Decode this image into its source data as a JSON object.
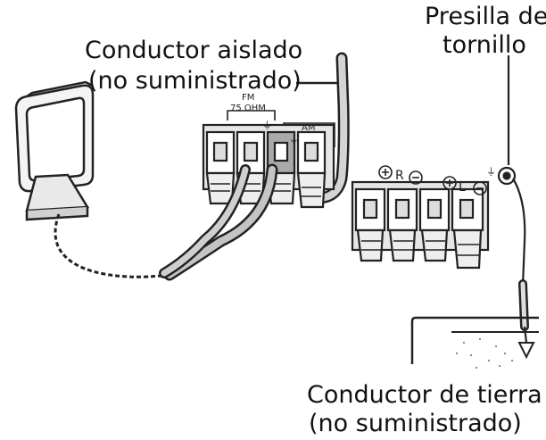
{
  "labels": {
    "insulated_wire": [
      "Conductor aislado",
      "(no suministrado)"
    ],
    "screw_clip": [
      "Presilla de",
      "tornillo"
    ],
    "ground_wire": [
      "Conductor de tierra",
      "(no suministrado)"
    ]
  },
  "terminal_marks": {
    "fm": "FM",
    "fm_impedance": "75 OHM",
    "am": "AM",
    "speaker_right": "R",
    "speaker_left": "L"
  },
  "colors": {
    "line": "#222222",
    "cable_fill": "#bdbdbd",
    "terminal_fill": "#e6e6e6",
    "highlight_fill": "#a9a9a9"
  }
}
